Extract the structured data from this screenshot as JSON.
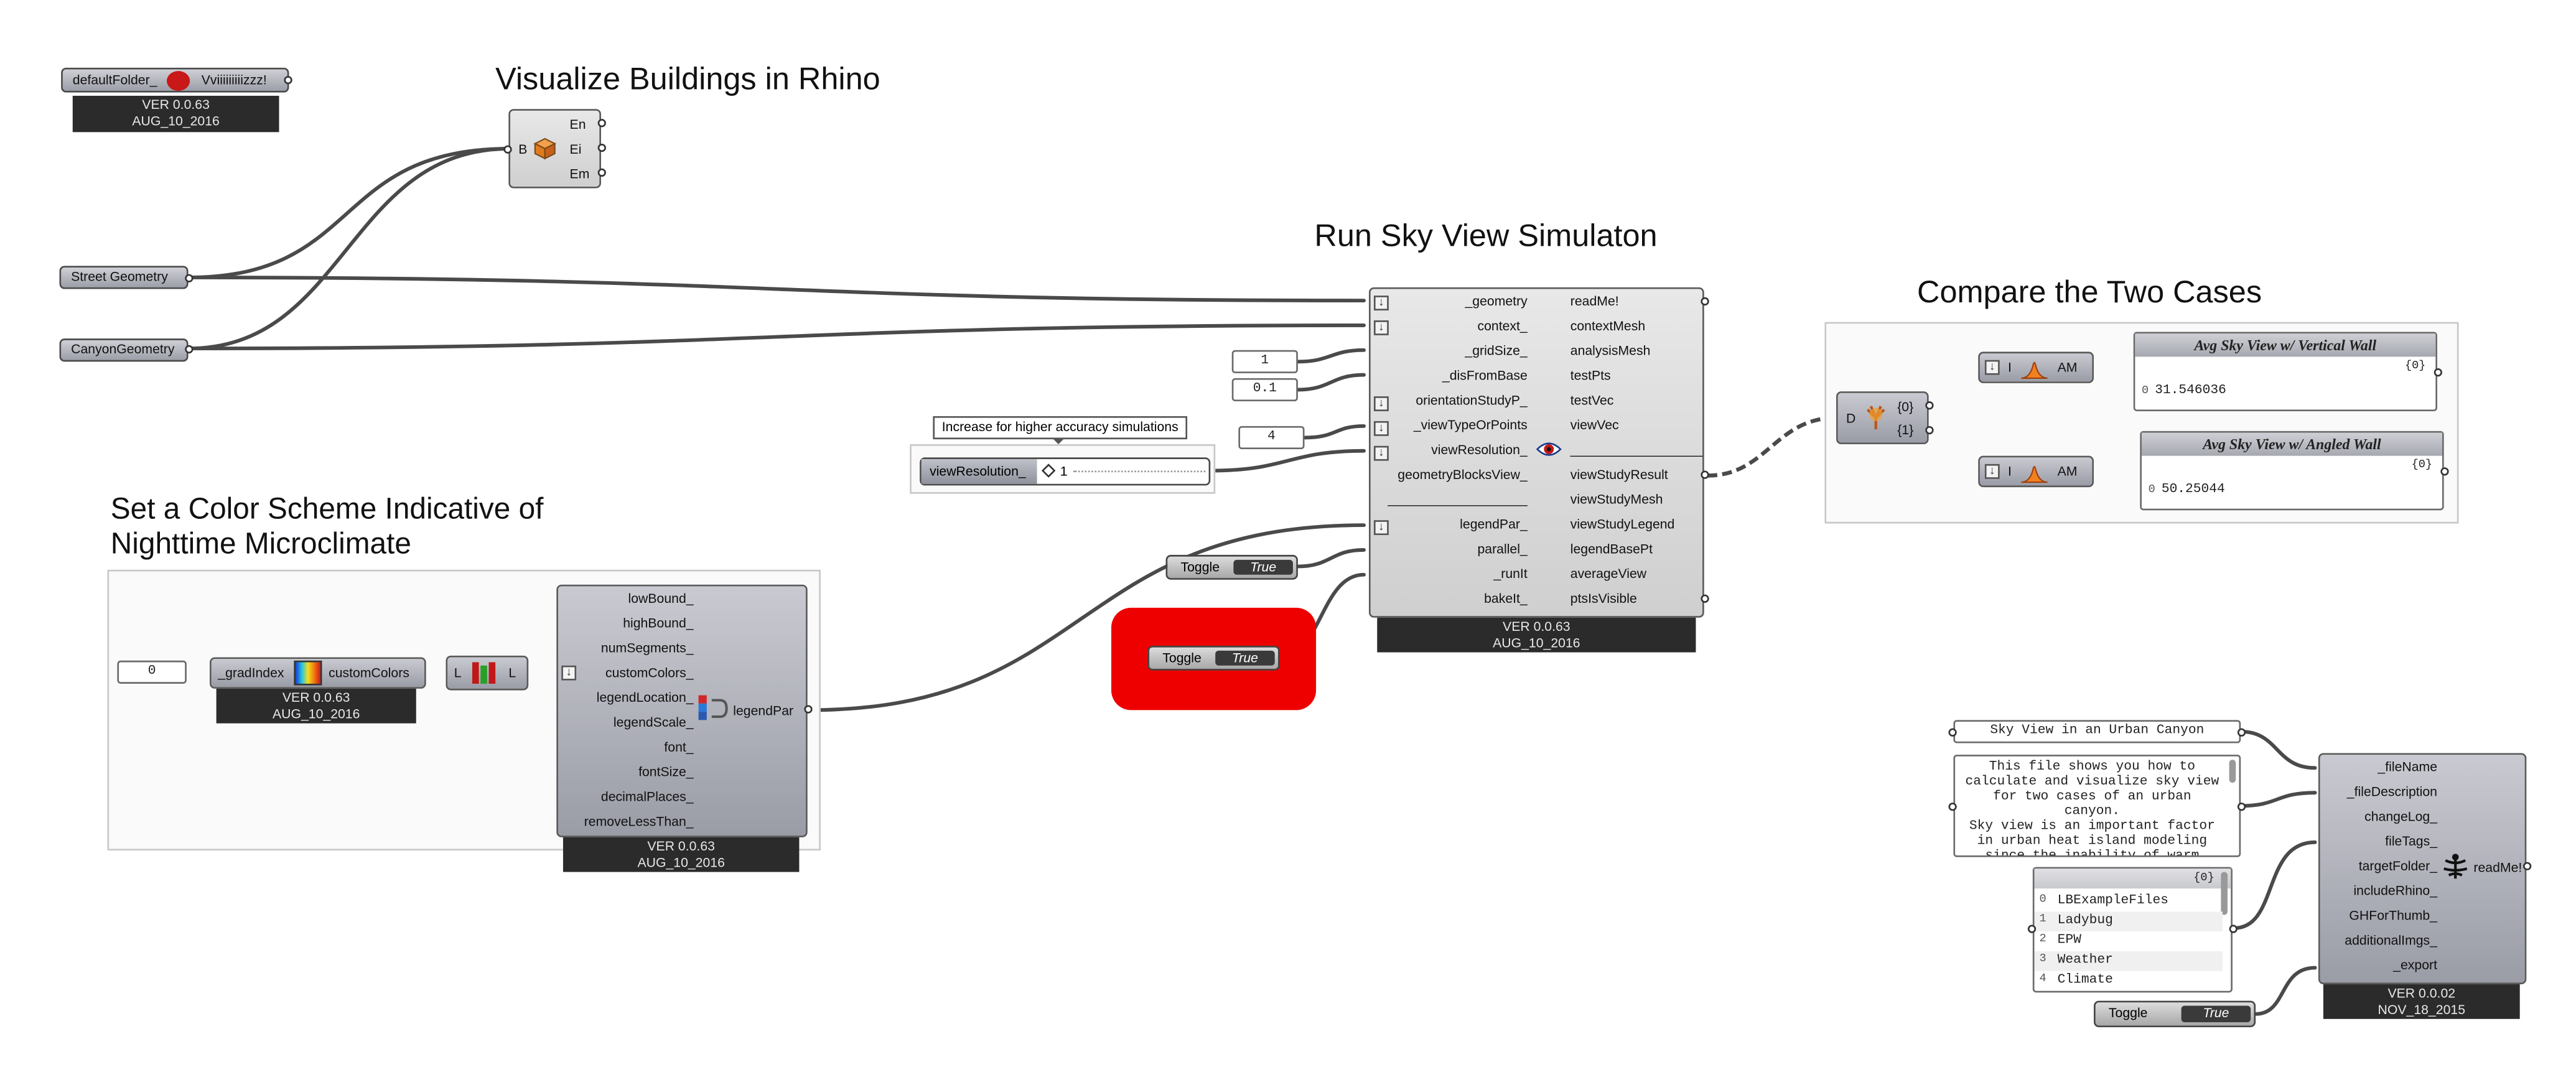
{
  "titles": {
    "visualize": "Visualize Buildings in Rhino",
    "run": "Run Sky View Simulaton",
    "compare": "Compare the Two Cases",
    "scheme_line1": "Set a Color Scheme Indicative of",
    "scheme_line2": "Nighttime Microclimate"
  },
  "default_folder": {
    "label": "defaultFolder_",
    "output": "Vviiiiiiiiizzz!",
    "ver": "VER 0.0.63",
    "date": "AUG_10_2016"
  },
  "bake": {
    "input": "B",
    "outputs": [
      "En",
      "Ei",
      "Em"
    ]
  },
  "params": {
    "street": "Street Geometry",
    "canyon": "CanyonGeometry"
  },
  "skyview": {
    "inputs": [
      "_geometry",
      "context_",
      "_gridSize_",
      "_disFromBase",
      "orientationStudyP_",
      "_viewTypeOrPoints",
      "viewResolution_",
      "geometryBlocksView_",
      "___________________",
      "legendPar_",
      "parallel_",
      "_runIt",
      "bakeIt_"
    ],
    "outputs": [
      "readMe!",
      "contextMesh",
      "analysisMesh",
      "testPts",
      "testVec",
      "viewVec",
      "__________________",
      "viewStudyResult",
      "viewStudyMesh",
      "viewStudyLegend",
      "legendBasePt",
      "averageView",
      "ptsIsVisible"
    ],
    "ver": "VER 0.0.63",
    "date": "AUG_10_2016"
  },
  "inputs": {
    "grid": "1",
    "dis": "0.1",
    "res": "4"
  },
  "slider": {
    "tooltip": "Increase for higher accuracy simulations",
    "label": "viewResolution_",
    "value": "1"
  },
  "toggles": {
    "run": {
      "label": "Toggle",
      "value": "True"
    },
    "highlight": {
      "label": "Toggle",
      "value": "True"
    },
    "export": {
      "label": "Toggle",
      "value": "True"
    }
  },
  "legend": {
    "num": "0",
    "grad": {
      "input": "_gradIndex",
      "output": "customColors",
      "ver": "VER 0.0.63",
      "date": "AUG_10_2016"
    },
    "list": {
      "input": "L",
      "output": "L"
    },
    "inputs": [
      "lowBound_",
      "highBound_",
      "numSegments_",
      "customColors_",
      "legendLocation_",
      "legendScale_",
      "font_",
      "fontSize_",
      "decimalPlaces_",
      "removeLessThan_"
    ],
    "output": "legendPar",
    "ver": "VER 0.0.63",
    "date": "AUG_10_2016"
  },
  "compare": {
    "dispatch": {
      "input": "D",
      "outputs": [
        "{0}",
        "{1}"
      ]
    },
    "avg1": {
      "input": "I",
      "output": "AM"
    },
    "avg2": {
      "input": "I",
      "output": "AM"
    },
    "panel1": {
      "title": "Avg Sky View w/ Vertical Wall",
      "path": "{0}",
      "index": "0",
      "value": "31.546036"
    },
    "panel2": {
      "title": "Avg Sky View w/ Angled Wall",
      "path": "{0}",
      "index": "0",
      "value": "50.25044"
    }
  },
  "export": {
    "filename": "Sky View in an Urban Canyon",
    "description": [
      "This file shows you how to",
      "calculate and visualize sky view",
      "for two cases of an urban",
      "canyon.",
      "Sky view is an important factor",
      "in urban heat island modeling",
      "since the inability of warm"
    ],
    "tags_path": "{0}",
    "tags": [
      {
        "i": "0",
        "v": "LBExampleFiles"
      },
      {
        "i": "1",
        "v": "Ladybug"
      },
      {
        "i": "2",
        "v": "EPW"
      },
      {
        "i": "3",
        "v": "Weather"
      },
      {
        "i": "4",
        "v": "Climate"
      }
    ],
    "inputs": [
      "_fileName",
      "_fileDescription",
      "changeLog_",
      "fileTags_",
      "targetFolder_",
      "includeRhino_",
      "GHForThumb_",
      "additionalImgs_",
      "_export"
    ],
    "output": "readMe!",
    "ver": "VER 0.0.02",
    "date": "NOV_18_2015"
  },
  "colors": {
    "highlight": "#ee0000",
    "wire": "#4a4a4a"
  }
}
